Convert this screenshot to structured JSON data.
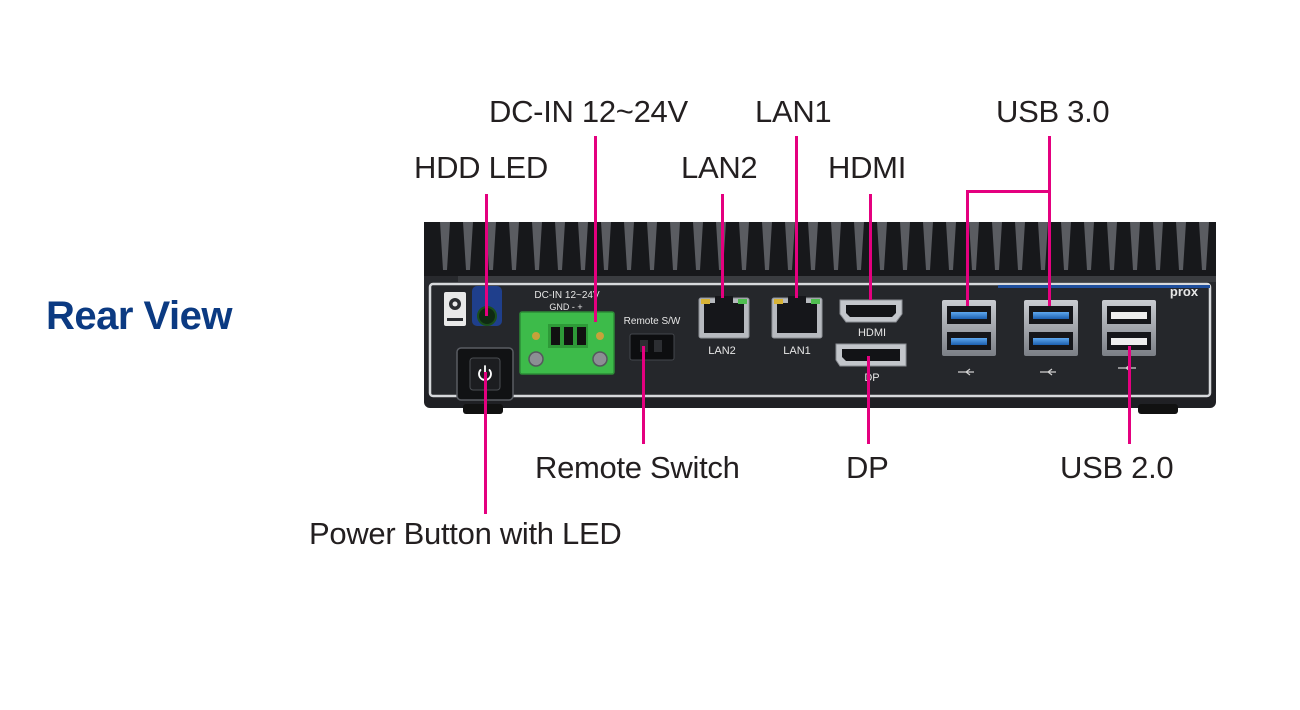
{
  "title": "Rear View",
  "labels": {
    "dc_in": "DC-IN 12~24V",
    "lan1": "LAN1",
    "usb30": "USB 3.0",
    "hdd_led": "HDD LED",
    "lan2": "LAN2",
    "hdmi": "HDMI",
    "remote_switch": "Remote Switch",
    "dp": "DP",
    "usb20": "USB 2.0",
    "power_button": "Power Button with LED"
  },
  "panel": {
    "dc_in_print": "DC-IN 12~24V",
    "dc_in_pins": "GND  -  +",
    "remote_print": "Remote S/W",
    "lan2_print": "LAN2",
    "lan1_print": "LAN1",
    "hdmi_print": "HDMI",
    "dp_print": "DP",
    "brand": "prox"
  },
  "colors": {
    "leader": "#e4007f",
    "title": "#0b3a82",
    "chassis": "#2a2c30",
    "terminal": "#3dbb4a",
    "usb3": "#2e7fd6"
  },
  "icons": [
    "power-icon",
    "hdd-led-icon",
    "usb-symbol-icon"
  ]
}
